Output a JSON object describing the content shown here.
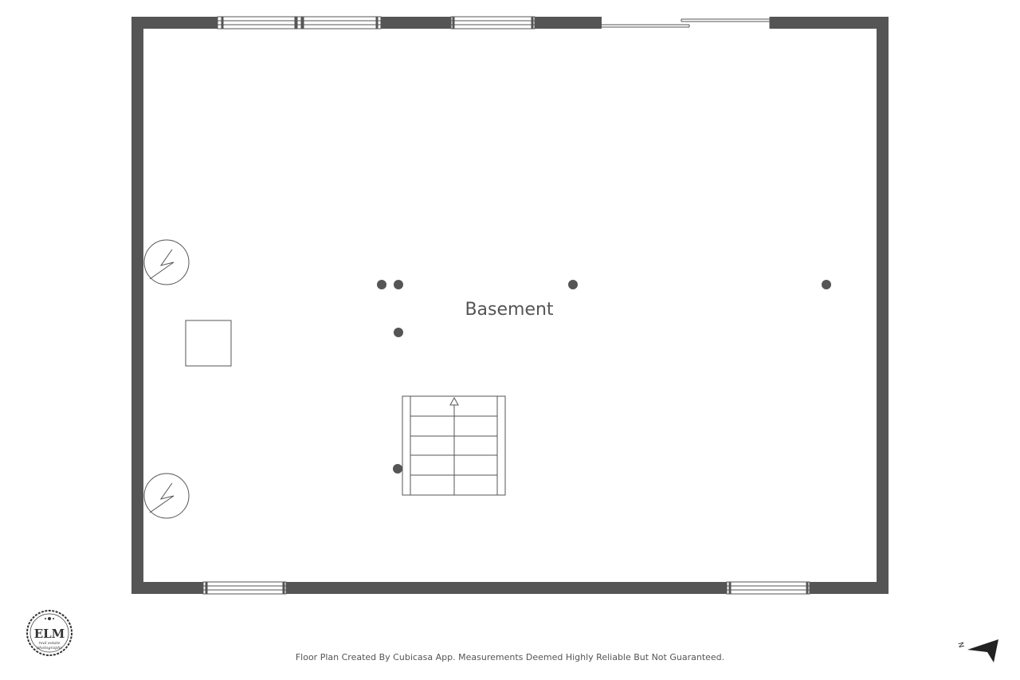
{
  "floor_plan": {
    "room_label": "Basement",
    "footer_note": "Floor Plan Created By Cubicasa App. Measurements Deemed Highly Reliable But Not Guaranteed.",
    "north_label": "N"
  },
  "logo": {
    "brand": "ELM",
    "tagline_line1": "real estate",
    "tagline_line2": "photographs"
  },
  "colors": {
    "wall": "#555555",
    "line": "#555555",
    "text": "#555555",
    "background": "#ffffff"
  },
  "icons": {
    "water_heater": "lightning-circle-icon",
    "north_arrow": "north-arrow-icon",
    "stairs_direction": "arrow-up-icon"
  }
}
